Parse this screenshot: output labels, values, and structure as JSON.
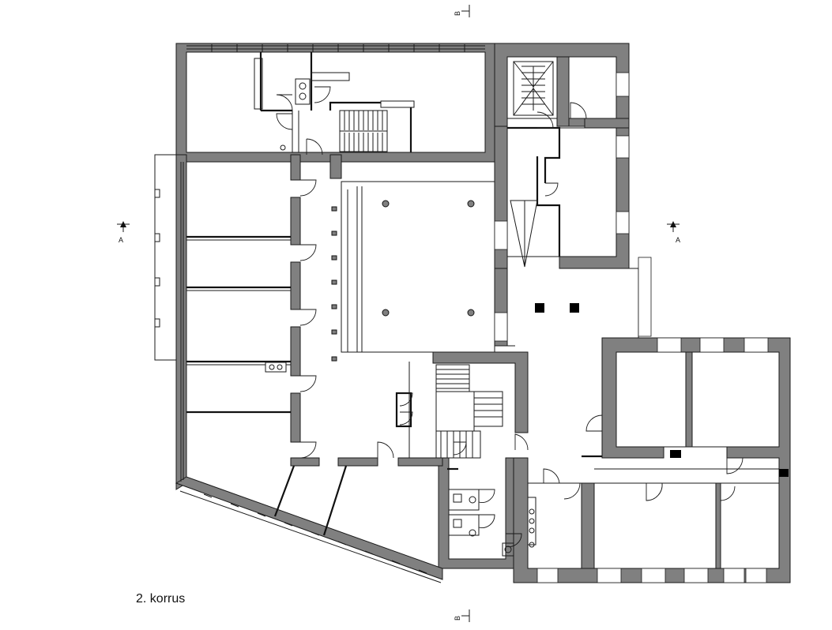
{
  "floor_label": "2. korrus",
  "section_marks": {
    "a_left": "A",
    "a_right": "A",
    "b_top": "B",
    "b_bottom": "B"
  }
}
